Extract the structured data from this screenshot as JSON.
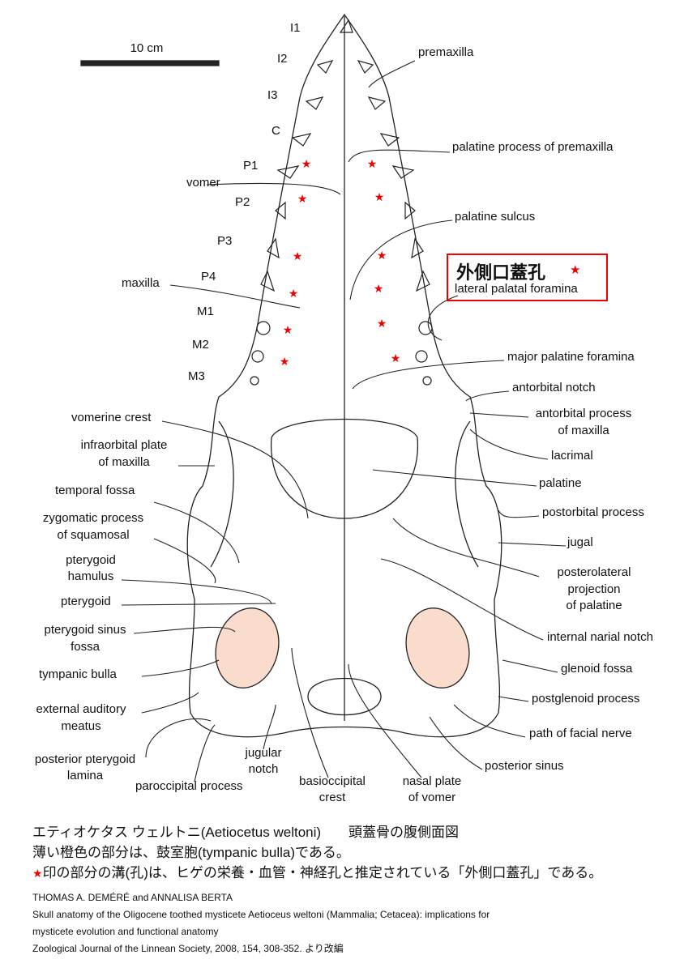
{
  "scale": {
    "label": "10 cm"
  },
  "teeth": {
    "i1": "I1",
    "i2": "I2",
    "i3": "I3",
    "c": "C",
    "p1": "P1",
    "p2": "P2",
    "p3": "P3",
    "p4": "P4",
    "m1": "M1",
    "m2": "M2",
    "m3": "M3"
  },
  "left_labels": {
    "vomer": "vomer",
    "maxilla": "maxilla",
    "vomerine_crest": "vomerine crest",
    "infraorbital_1": "infraorbital plate",
    "infraorbital_2": "of maxilla",
    "temporal_fossa": "temporal fossa",
    "zygomatic_1": "zygomatic process",
    "zygomatic_2": "of squamosal",
    "hamulus_1": "pterygoid",
    "hamulus_2": "hamulus",
    "pterygoid": "pterygoid",
    "sinus_1": "pterygoid sinus",
    "sinus_2": "fossa",
    "tympanic_bulla": "tympanic bulla",
    "auditory_1": "external auditory",
    "auditory_2": "meatus",
    "lamina_1": "posterior pterygoid",
    "lamina_2": "lamina",
    "paroccipital": "paroccipital process",
    "jugular_1": "jugular",
    "jugular_2": "notch",
    "basioccipital_1": "basioccipital",
    "basioccipital_2": "crest",
    "nasal_1": "nasal plate",
    "nasal_2": "of vomer"
  },
  "right_labels": {
    "premaxilla": "premaxilla",
    "palatine_process": "palatine process of premaxilla",
    "palatine_sulcus": "palatine sulcus",
    "major_palatine": "major palatine foramina",
    "antorbital_notch": "antorbital notch",
    "antorbital_proc_1": "antorbital process",
    "antorbital_proc_2": "of maxilla",
    "lacrimal": "lacrimal",
    "palatine": "palatine",
    "postorbital": "postorbital process",
    "jugal": "jugal",
    "posterolateral_1": "posterolateral",
    "posterolateral_2": "projection",
    "posterolateral_3": "of palatine",
    "internal_narial": "internal narial notch",
    "glenoid": "glenoid fossa",
    "postglenoid": "postglenoid process",
    "facial_nerve": "path of facial nerve",
    "posterior_sinus": "posterior sinus"
  },
  "highlight": {
    "jp": "外側口蓋孔",
    "star": "★",
    "en": "lateral palatal foramina"
  },
  "caption": {
    "line1": "エティオケタス ウェルトニ(Aetiocetus weltoni)　　頭蓋骨の腹側面図",
    "line2": "薄い橙色の部分は、鼓室胞(tympanic bulla)である。",
    "star": "★",
    "line3": "印の部分の溝(孔)は、ヒゲの栄養・血管・神経孔と推定されている「外側口蓋孔」である。"
  },
  "reference": {
    "authors": "THOMAS A. DEMÉRÉ and ANNALISA BERTA",
    "title1": "Skull anatomy of the Oligocene toothed mysticete  Aetioceus weltoni (Mammalia; Cetacea): implications for",
    "title2": "mysticete evolution and functional anatomy",
    "journal": "Zoological Journal of the Linnean Society, 2008, 154, 308-352.  より改編"
  },
  "colors": {
    "bulla": "#f9dccb",
    "star": "#e00000"
  }
}
